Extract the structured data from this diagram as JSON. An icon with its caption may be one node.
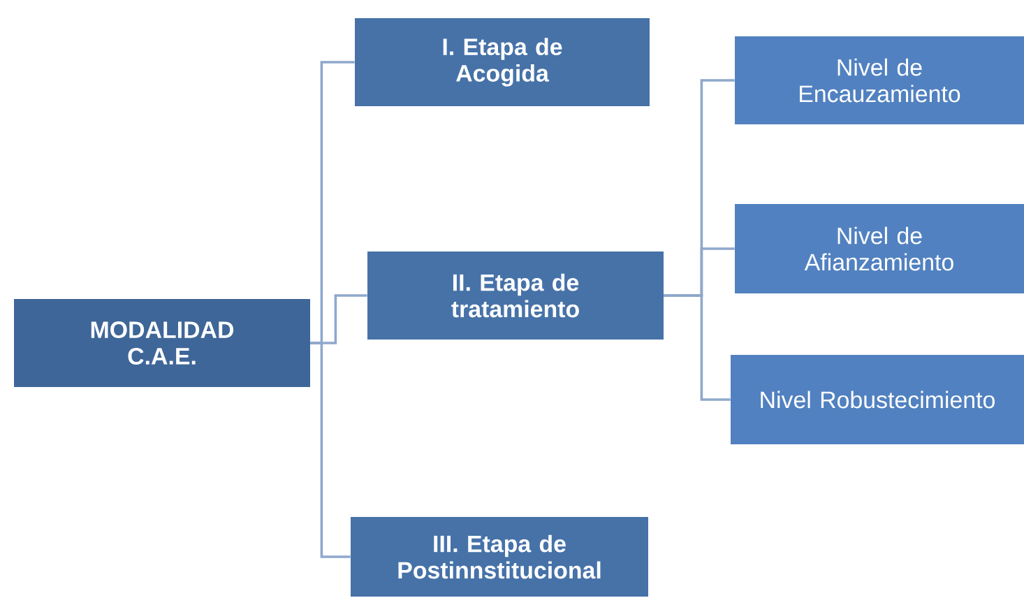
{
  "diagram": {
    "nodes": [
      {
        "text": [
          "MODALIDAD C.A.E."
        ]
      },
      {
        "text": [
          "I. Etapa de Acogida"
        ]
      },
      {
        "text": [
          "II. Etapa de tratamiento"
        ]
      },
      {
        "text": [
          "III. Etapa de Postinnstitucional"
        ]
      },
      {
        "text": [
          "Nivel de Encauzamiento"
        ]
      },
      {
        "text": [
          "Nivel de Afianzamiento"
        ]
      },
      {
        "text": [
          "Nivel Robustecimiento"
        ]
      }
    ],
    "edges": [
      {
        "from": 0,
        "to": 1,
        "arrow": "none"
      },
      {
        "from": 0,
        "to": 2,
        "arrow": "none"
      },
      {
        "from": 0,
        "to": 3,
        "arrow": "none"
      },
      {
        "from": 2,
        "to": 4,
        "arrow": "none"
      },
      {
        "from": 2,
        "to": 5,
        "arrow": "none"
      },
      {
        "from": 2,
        "to": 6,
        "arrow": "none"
      }
    ]
  }
}
